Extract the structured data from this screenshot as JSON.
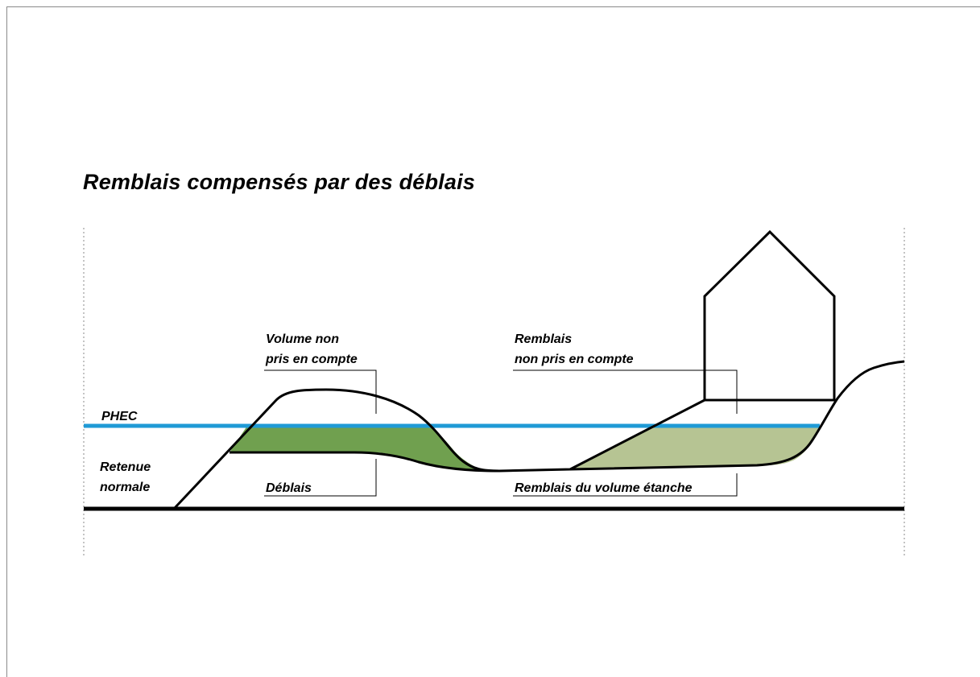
{
  "title": "Remblais compensés par des déblais",
  "labels": {
    "phec": "PHEC",
    "retenue_line1": "Retenue",
    "retenue_line2": "normale",
    "volume_line1": "Volume non",
    "volume_line2": "pris en compte",
    "remblais_line1": "Remblais",
    "remblais_line2": "non pris en compte",
    "deblais": "Déblais",
    "remblais_volume": "Remblais du volume étanche"
  },
  "colors": {
    "phec_line": "#1f9ad6",
    "deblais_fill": "#70a04f",
    "remblais_fill": "#b6c493",
    "ground": "#000000",
    "frame": "#8a8a8a"
  }
}
